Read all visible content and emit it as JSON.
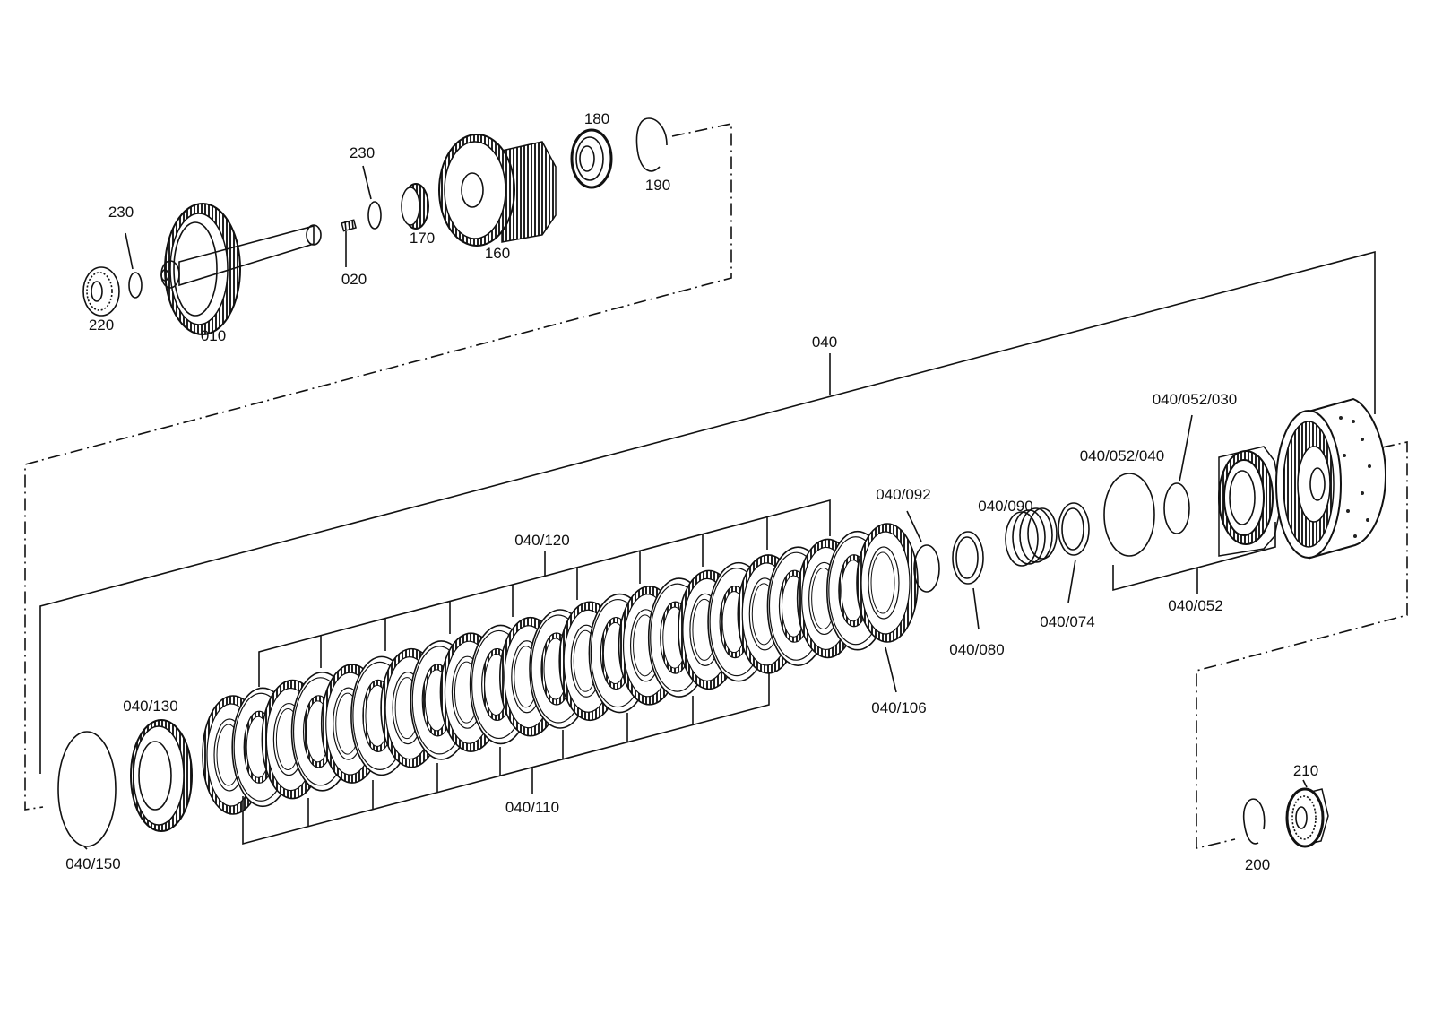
{
  "labels": {
    "p010": "010",
    "p020": "020",
    "p040": "040",
    "p040_052": "040/052",
    "p040_052_030": "040/052/030",
    "p040_052_040": "040/052/040",
    "p040_074": "040/074",
    "p040_080": "040/080",
    "p040_090": "040/090",
    "p040_092": "040/092",
    "p040_106": "040/106",
    "p040_110": "040/110",
    "p040_120": "040/120",
    "p040_130": "040/130",
    "p040_150": "040/150",
    "p160": "160",
    "p170": "170",
    "p180": "180",
    "p190": "190",
    "p200": "200",
    "p210": "210",
    "p220": "220",
    "p230a": "230",
    "p230b": "230"
  }
}
